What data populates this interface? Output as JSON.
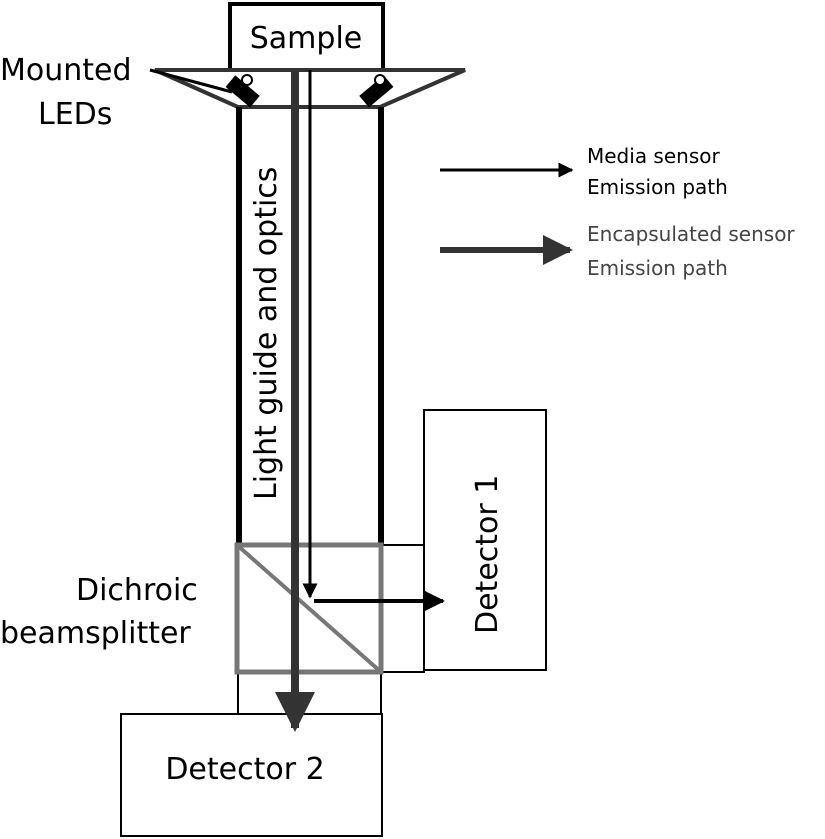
{
  "labels": {
    "sample": "Sample",
    "mounted_leds_line1": "Mounted",
    "mounted_leds_line2": "LEDs",
    "light_guide": "Light guide and optics",
    "detector1": "Detector 1",
    "detector2": "Detector 2",
    "dichroic_line1": "Dichroic",
    "dichroic_line2": "beamsplitter"
  },
  "legend": {
    "media_line1": "Media sensor",
    "media_line2": "Emission path",
    "encapsulated_line1": "Encapsulated sensor",
    "encapsulated_line2": "Emission path"
  },
  "colors": {
    "media_path": "#000000",
    "encapsulated_path": "#333333",
    "encapsulated_text": "#444444",
    "beamsplitter": "#777777",
    "outline": "#1a1a1a"
  }
}
